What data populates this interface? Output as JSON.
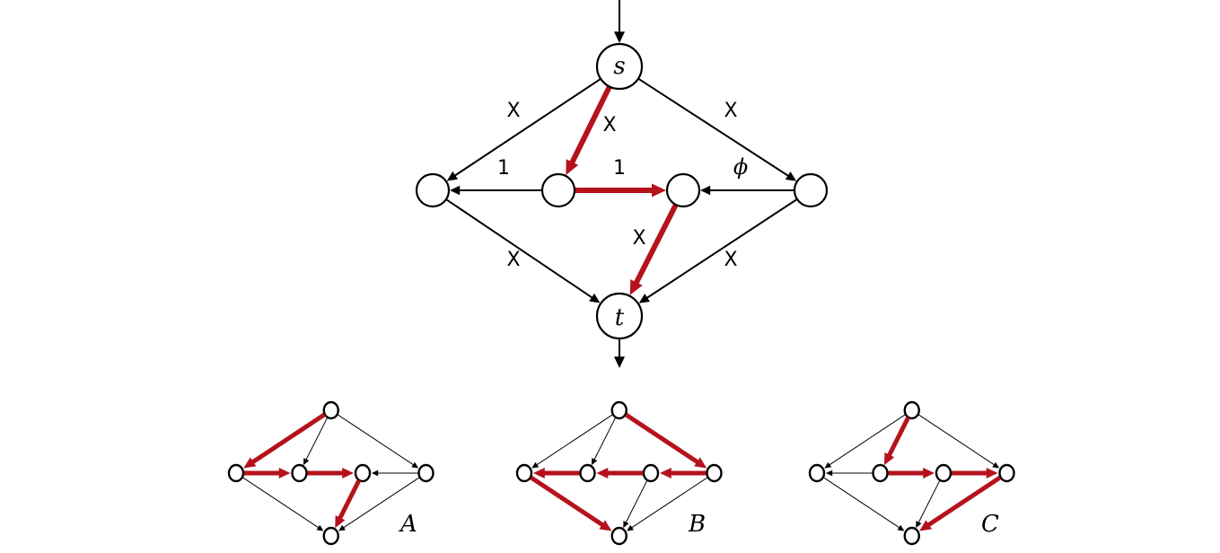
{
  "colors": {
    "highlight": "#b5121b",
    "edge": "#000000",
    "node_fill": "#ffffff"
  },
  "main_graph": {
    "source_label": "s",
    "sink_label": "t",
    "edges": [
      {
        "from": "s",
        "to": "L",
        "label": "X",
        "highlight": false
      },
      {
        "from": "s",
        "to": "M1",
        "label": "X",
        "highlight": true
      },
      {
        "from": "s",
        "to": "R",
        "label": "X",
        "highlight": false
      },
      {
        "from": "M1",
        "to": "L",
        "label": "1",
        "highlight": false
      },
      {
        "from": "M1",
        "to": "M2",
        "label": "1",
        "highlight": true
      },
      {
        "from": "R",
        "to": "M2",
        "label": "ϕ",
        "highlight": false
      },
      {
        "from": "L",
        "to": "t",
        "label": "X",
        "highlight": false
      },
      {
        "from": "M2",
        "to": "t",
        "label": "X",
        "highlight": true
      },
      {
        "from": "R",
        "to": "t",
        "label": "X",
        "highlight": false
      }
    ]
  },
  "small_graphs": [
    {
      "label": "A",
      "edges": [
        {
          "from": "s",
          "to": "L",
          "highlight": true
        },
        {
          "from": "L",
          "to": "M1",
          "highlight": true
        },
        {
          "from": "M1",
          "to": "M2",
          "highlight": true
        },
        {
          "from": "M2",
          "to": "t",
          "highlight": true
        },
        {
          "from": "s",
          "to": "M1",
          "highlight": false
        },
        {
          "from": "s",
          "to": "R",
          "highlight": false
        },
        {
          "from": "R",
          "to": "M2",
          "highlight": false
        },
        {
          "from": "L",
          "to": "t",
          "highlight": false
        },
        {
          "from": "R",
          "to": "t",
          "highlight": false
        }
      ]
    },
    {
      "label": "B",
      "edges": [
        {
          "from": "s",
          "to": "R",
          "highlight": true
        },
        {
          "from": "R",
          "to": "M2",
          "highlight": true
        },
        {
          "from": "M2",
          "to": "M1",
          "highlight": true
        },
        {
          "from": "M1",
          "to": "L",
          "highlight": true
        },
        {
          "from": "L",
          "to": "t",
          "highlight": true
        },
        {
          "from": "s",
          "to": "L",
          "highlight": false
        },
        {
          "from": "s",
          "to": "M1",
          "highlight": false
        },
        {
          "from": "M2",
          "to": "t",
          "highlight": false
        },
        {
          "from": "R",
          "to": "t",
          "highlight": false
        }
      ]
    },
    {
      "label": "C",
      "edges": [
        {
          "from": "s",
          "to": "M1",
          "highlight": true
        },
        {
          "from": "M1",
          "to": "M2",
          "highlight": true
        },
        {
          "from": "M2",
          "to": "R",
          "highlight": true
        },
        {
          "from": "R",
          "to": "t",
          "highlight": true
        },
        {
          "from": "s",
          "to": "L",
          "highlight": false
        },
        {
          "from": "s",
          "to": "R",
          "highlight": false
        },
        {
          "from": "M1",
          "to": "L",
          "highlight": false
        },
        {
          "from": "L",
          "to": "t",
          "highlight": false
        },
        {
          "from": "M2",
          "to": "t",
          "highlight": false
        }
      ]
    }
  ]
}
